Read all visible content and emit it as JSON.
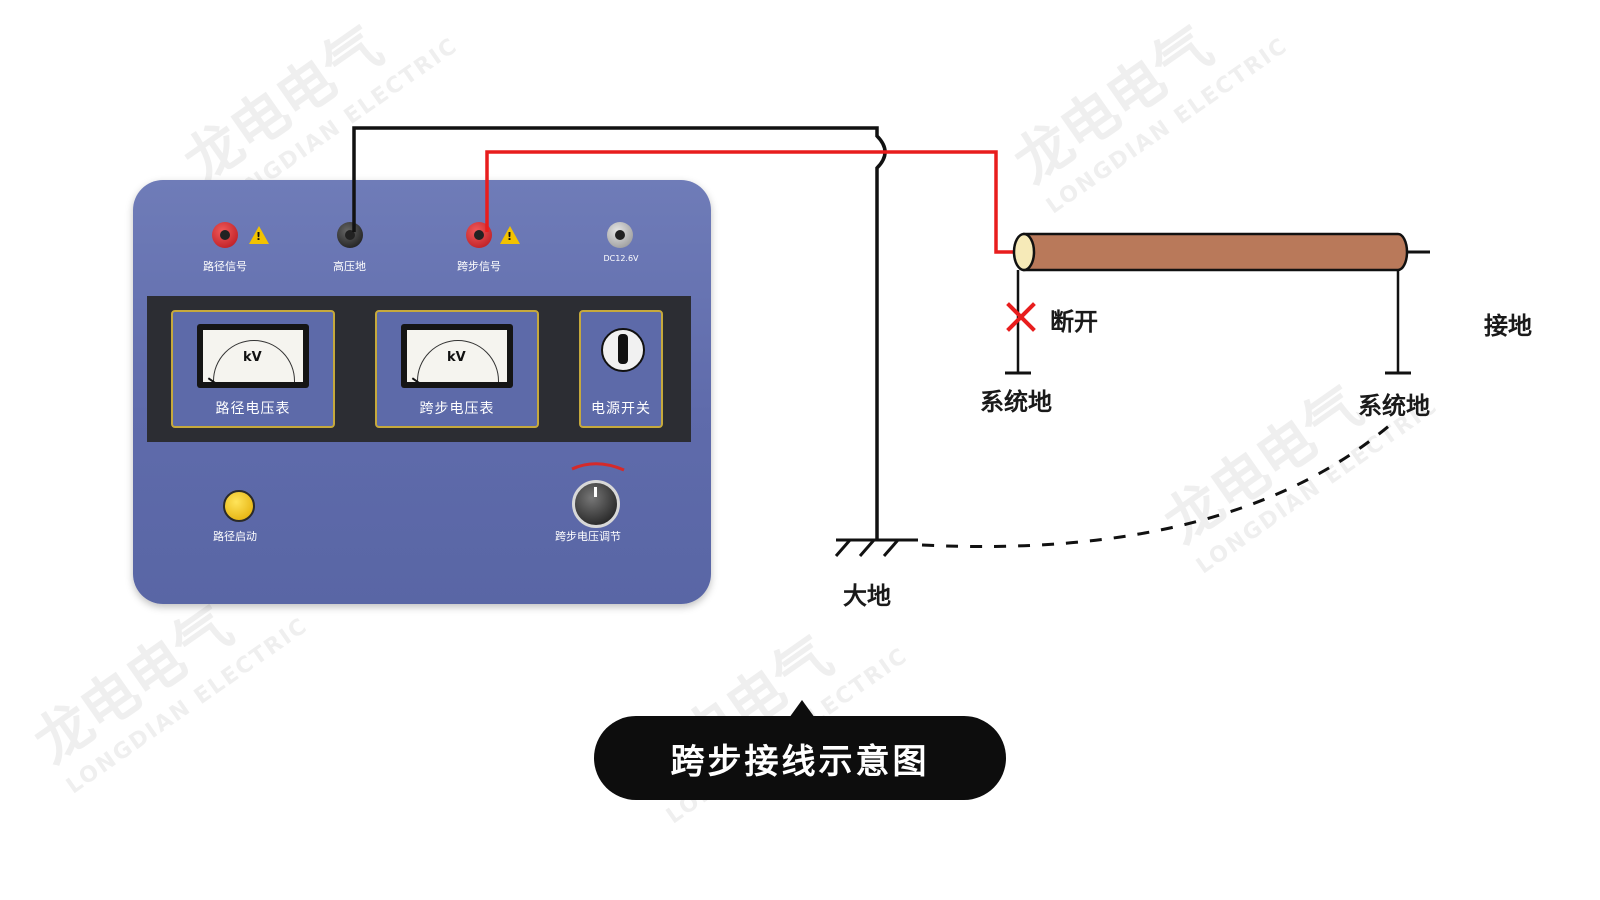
{
  "watermark": {
    "brand_cn": "龙电电气",
    "brand_en": "LONGDIAN ELECTRIC"
  },
  "device": {
    "jacks": {
      "path_signal": "路径信号",
      "high_voltage_ground": "高压地",
      "step_signal": "跨步信号",
      "dc_label": "DC12.6V"
    },
    "meters": {
      "path_voltmeter": "路径电压表",
      "path_meter_unit": "kV",
      "step_voltmeter": "跨步电压表",
      "step_meter_unit": "kV",
      "power_switch": "电源开关"
    },
    "controls": {
      "path_start": "路径启动",
      "step_voltage_adjust": "跨步电压调节"
    }
  },
  "diagram": {
    "disconnect": "断开",
    "grounded": "接地",
    "system_ground_left": "系统地",
    "system_ground_right": "系统地",
    "earth": "大地",
    "colors": {
      "black_wire": "#111111",
      "red_wire": "#e81d1d",
      "cable": "#b9795a"
    }
  },
  "caption": "跨步接线示意图"
}
